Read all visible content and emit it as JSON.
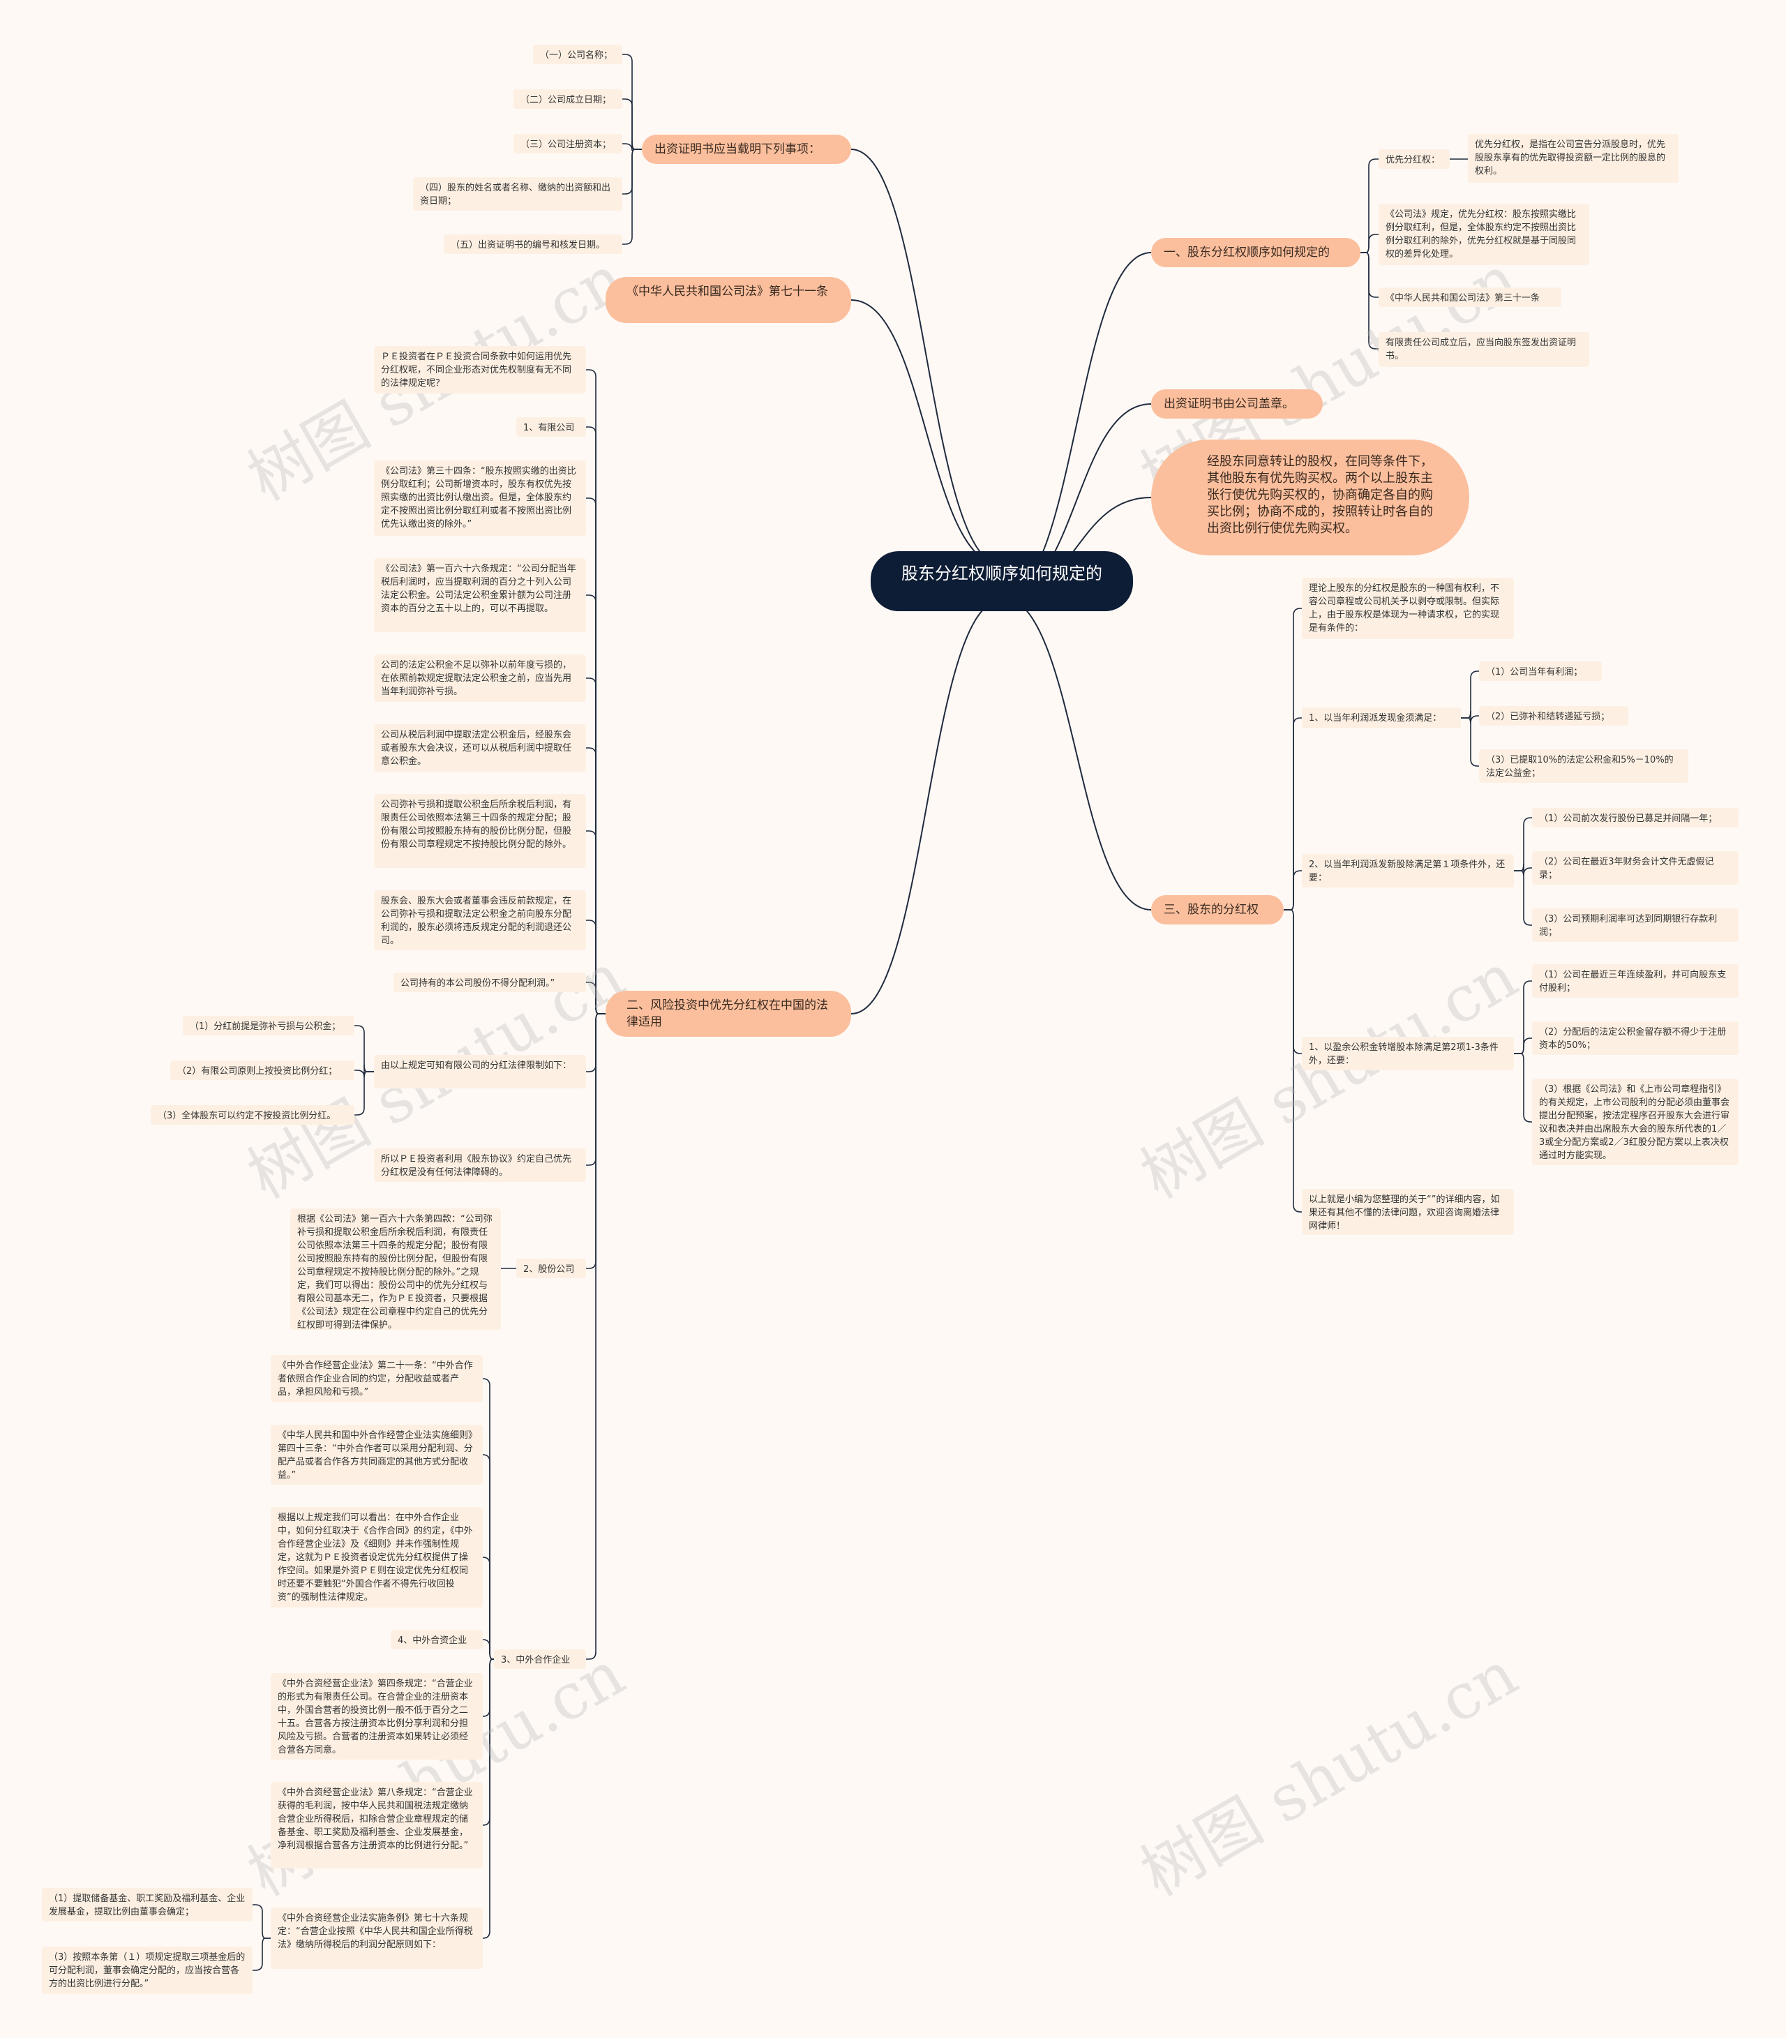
{
  "root": "股东分红权顺序如何规定的",
  "watermark": "树图 shutu.cn",
  "right": {
    "b1": {
      "label": "一、股东分红权顺序如何规定的",
      "c1": "优先分红权：",
      "c1a": "优先分红权，是指在公司宣告分派股息时，优先股股东享有的优先取得投资额一定比例的股息的权利。",
      "c2": "《公司法》规定，优先分红权：股东按照实缴比例分取红利，但是，全体股东约定不按照出资比例分取红利的除外，优先分红权就是基于同股同权的差异化处理。",
      "c3": "《中华人民共和国公司法》第三十一条",
      "c4": "有限责任公司成立后，应当向股东签发出资证明书。"
    },
    "b2": {
      "label": "出资证明书由公司盖章。"
    },
    "b3": {
      "label": "经股东同意转让的股权，在同等条件下，其他股东有优先购买权。两个以上股东主张行使优先购买权的，协商确定各自的购买比例；协商不成的，按照转让时各自的出资比例行使优先购买权。"
    },
    "b4": {
      "label": "三、股东的分红权",
      "c1": "理论上股东的分红权是股东的一种固有权利，不容公司章程或公司机关予以剥夺或限制。但实际上，由于股东权是体现为一种请求权，它的实现是有条件的：",
      "c2": "1、以当年利润派发现金须满足：",
      "c2a": "（1）公司当年有利润；",
      "c2b": "（2）已弥补和结转递延亏损；",
      "c2c": "（3）已提取10%的法定公积金和5%－10%的法定公益金；",
      "c3": "2、以当年利润派发新股除满足第１项条件外，还要：",
      "c3a": "（1）公司前次发行股份已募足并间隔一年；",
      "c3b": "（2）公司在最近3年财务会计文件无虚假记录；",
      "c3c": "（3）公司预期利润率可达到同期银行存款利润；",
      "c4": "1、以盈余公积金转增股本除满足第2项1-3条件外，还要：",
      "c4a": "（1）公司在最近三年连续盈利，并可向股东支付股利；",
      "c4b": "（2）分配后的法定公积金留存额不得少于注册资本的50%；",
      "c4c": "（3）根据《公司法》和《上市公司章程指引》的有关规定，上市公司股利的分配必须由董事会提出分配预案，按法定程序召开股东大会进行审议和表决并由出席股东大会的股东所代表的1／3或全分配方案或2／3红股分配方案以上表决权通过时方能实现。",
      "c5": "以上就是小编为您整理的关于“”的详细内容，如果还有其他不懂的法律问题，欢迎咨询离婚法律网律师！"
    }
  },
  "left": {
    "a1": {
      "label": "出资证明书应当载明下列事项：",
      "c1": "（一）公司名称；",
      "c2": "（二）公司成立日期；",
      "c3": "（三）公司注册资本；",
      "c4": "（四）股东的姓名或者名称、缴纳的出资额和出资日期；",
      "c5": "（五）出资证明书的编号和核发日期。"
    },
    "a2": {
      "label": "《中华人民共和国公司法》第七十一条"
    },
    "a3": {
      "label": "二、风险投资中优先分红权在中国的法律适用",
      "c1": "ＰＥ投资者在ＰＥ投资合同条款中如何运用优先分红权呢，不同企业形态对优先权制度有无不同的法律规定呢？",
      "c2": "1、有限公司",
      "c3": "《公司法》第三十四条：“股东按照实缴的出资比例分取红利；公司新增资本时，股东有权优先按照实缴的出资比例认缴出资。但是，全体股东约定不按照出资比例分取红利或者不按照出资比例优先认缴出资的除外。”",
      "c4": "《公司法》第一百六十六条规定：“公司分配当年税后利润时，应当提取利润的百分之十列入公司法定公积金。公司法定公积金累计额为公司注册资本的百分之五十以上的，可以不再提取。",
      "c5": "公司的法定公积金不足以弥补以前年度亏损的，在依照前款规定提取法定公积金之前，应当先用当年利润弥补亏损。",
      "c6": "公司从税后利润中提取法定公积金后，经股东会或者股东大会决议，还可以从税后利润中提取任意公积金。",
      "c7": "公司弥补亏损和提取公积金后所余税后利润，有限责任公司依照本法第三十四条的规定分配；股份有限公司按照股东持有的股份比例分配，但股份有限公司章程规定不按持股比例分配的除外。",
      "c8": "股东会、股东大会或者董事会违反前款规定，在公司弥补亏损和提取法定公积金之前向股东分配利润的，股东必须将违反规定分配的利润退还公司。",
      "c9": "公司持有的本公司股份不得分配利润。”",
      "c10": "由以上规定可知有限公司的分红法律限制如下：",
      "c10a": "（1）分红前提是弥补亏损与公积金；",
      "c10b": "（2）有限公司原则上按投资比例分红；",
      "c10c": "（3）全体股东可以约定不按投资比例分红。",
      "c11": "所以ＰＥ投资者利用《股东协议》约定自己优先分红权是没有任何法律障碍的。",
      "c12": "2、股份公司",
      "c12a": "根据《公司法》第一百六十六条第四款：“公司弥补亏损和提取公积金后所余税后利润，有限责任公司依照本法第三十四条的规定分配；股份有限公司按照股东持有的股份比例分配，但股份有限公司章程规定不按持股比例分配的除外。”之规定，我们可以得出：股份公司中的优先分红权与有限公司基本无二，作为ＰＥ投资者，只要根据《公司法》规定在公司章程中约定自己的优先分红权即可得到法律保护。",
      "c13": "3、中外合作企业",
      "c13a": "《中外合作经营企业法》第二十一条：“中外合作者依照合作企业合同的约定，分配收益或者产品，承担风险和亏损。”",
      "c13b": "《中华人民共和国中外合作经营企业法实施细则》第四十三条：“中外合作者可以采用分配利润、分配产品或者合作各方共同商定的其他方式分配收益。”",
      "c13c": "根据以上规定我们可以看出：在中外合作企业中，如何分红取决于《合作合同》的约定，《中外合作经营企业法》及《细则》并未作强制性规定，这就为ＰＥ投资者设定优先分红权提供了操作空间。如果是外资ＰＥ则在设定优先分红权同时还要不要触犯“外国合作者不得先行收回投资”的强制性法律规定。",
      "c13d": "4、中外合资企业",
      "c13e": "《中外合资经营企业法》第四条规定：“合营企业的形式为有限责任公司。在合营企业的注册资本中，外国合营者的投资比例一般不低于百分之二十五。合营各方按注册资本比例分享利润和分担风险及亏损。合营者的注册资本如果转让必须经合营各方同意。",
      "c13f": "《中外合资经营企业法》第八条规定：“合营企业获得的毛利润，按中华人民共和国税法规定缴纳合营企业所得税后，扣除合营企业章程规定的储备基金、职工奖励及福利基金、企业发展基金，净利润根据合营各方注册资本的比例进行分配。”",
      "c13g": "《中外合资经营企业法实施条例》第七十六条规定：“合营企业按照《中华人民共和国企业所得税法》缴纳所得税后的利润分配原则如下：",
      "c13g1": "（1）提取储备基金、职工奖励及福利基金、企业发展基金，提取比例由董事会确定；",
      "c13g2": "（3）按照本条第（１）项规定提取三项基金后的可分配利润，董事会确定分配的，应当按合营各方的出资比例进行分配。”"
    }
  }
}
